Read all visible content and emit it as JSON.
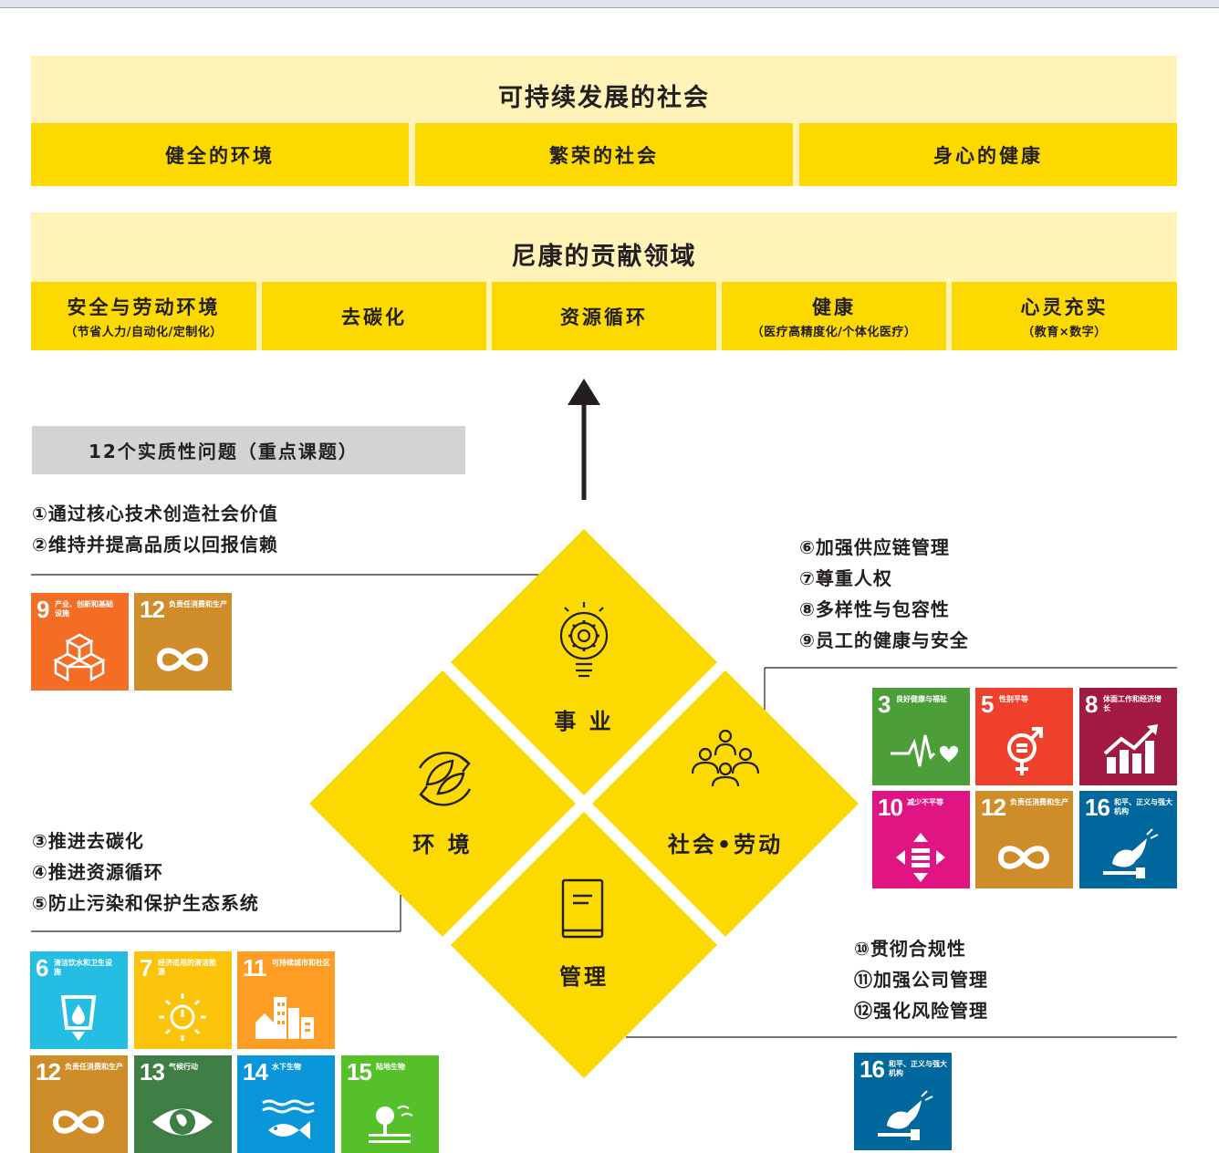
{
  "society": {
    "title": "可持续发展的社会",
    "cells": [
      "健全的环境",
      "繁荣的社会",
      "身心的健康"
    ]
  },
  "contribution": {
    "title": "尼康的贡献领域",
    "cells": [
      {
        "main": "安全与劳动环境",
        "sub": "（节省人力/自动化/定制化）"
      },
      {
        "main": "去碳化",
        "sub": ""
      },
      {
        "main": "资源循环",
        "sub": ""
      },
      {
        "main": "健康",
        "sub": "（医疗高精度化/个体化医疗）"
      },
      {
        "main": "心灵充实",
        "sub": "（教育×数字）"
      }
    ]
  },
  "materiality_title": "12个实质性问题（重点课题）",
  "issues": {
    "business": [
      "①通过核心技术创造社会价值",
      "②维持并提高品质以回报信赖"
    ],
    "environment": [
      "③推进去碳化",
      "④推进资源循环",
      "⑤防止污染和保护生态系统"
    ],
    "social": [
      "⑥加强供应链管理",
      "⑦尊重人权",
      "⑧多样性与包容性",
      "⑨员工的健康与安全"
    ],
    "governance": [
      "⑩贯彻合规性",
      "⑪加强公司管理",
      "⑫强化风险管理"
    ]
  },
  "diamond": {
    "business": "事 业",
    "environment": "环 境",
    "social": "社会•劳动",
    "governance": "管理",
    "color": "#fcd900"
  },
  "sdgs": {
    "business": [
      {
        "num": "9",
        "label": "产业、创新和基础设施",
        "color": "#f36d25",
        "icon": "blocks-icon"
      },
      {
        "num": "12",
        "label": "负责任消费和生产",
        "color": "#cf8d2a",
        "icon": "infinity-icon"
      }
    ],
    "social": [
      {
        "num": "3",
        "label": "良好健康与福祉",
        "color": "#4c9f38",
        "icon": "heartbeat-icon"
      },
      {
        "num": "5",
        "label": "性别平等",
        "color": "#ef402b",
        "icon": "gender-icon"
      },
      {
        "num": "8",
        "label": "体面工作和经济增长",
        "color": "#a21942",
        "icon": "growth-icon"
      },
      {
        "num": "10",
        "label": "减少不平等",
        "color": "#e11484",
        "icon": "equality-icon"
      },
      {
        "num": "12",
        "label": "负责任消费和生产",
        "color": "#cf8d2a",
        "icon": "infinity-icon"
      },
      {
        "num": "16",
        "label": "和平、正义与强大机构",
        "color": "#00689d",
        "icon": "dove-icon"
      }
    ],
    "environment": [
      {
        "num": "6",
        "label": "清洁饮水和卫生设施",
        "color": "#26bde2",
        "icon": "water-icon"
      },
      {
        "num": "7",
        "label": "经济适用的清洁能源",
        "color": "#fcc30b",
        "icon": "sun-icon"
      },
      {
        "num": "11",
        "label": "可持续城市和社区",
        "color": "#fd9d24",
        "icon": "city-icon"
      },
      {
        "num": "12",
        "label": "负责任消费和生产",
        "color": "#cf8d2a",
        "icon": "infinity-icon"
      },
      {
        "num": "13",
        "label": "气候行动",
        "color": "#3f7e44",
        "icon": "eye-globe-icon"
      },
      {
        "num": "14",
        "label": "水下生物",
        "color": "#0a97d9",
        "icon": "fish-icon"
      },
      {
        "num": "15",
        "label": "陆地生物",
        "color": "#56c02b",
        "icon": "tree-icon"
      }
    ],
    "governance": [
      {
        "num": "16",
        "label": "和平、正义与强大机构",
        "color": "#00689d",
        "icon": "dove-icon"
      }
    ]
  }
}
